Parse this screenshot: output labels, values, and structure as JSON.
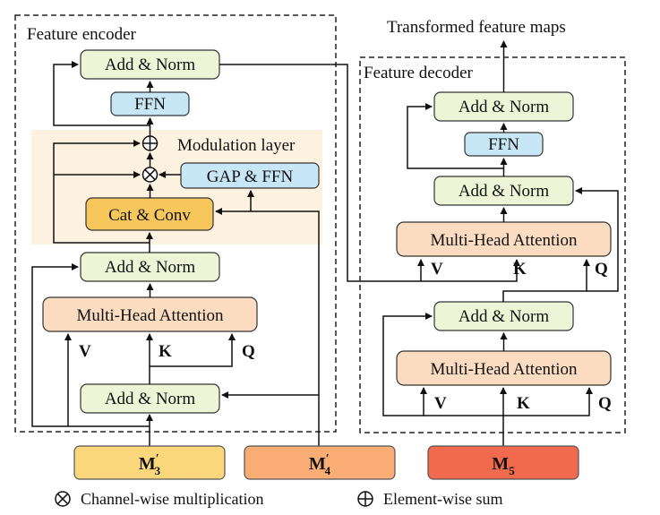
{
  "encoder": {
    "title": "Feature encoder",
    "add_norm_top": "Add & Norm",
    "ffn": "FFN",
    "modulation_label": "Modulation layer",
    "gap_ffn": "GAP & FFN",
    "cat_conv": "Cat & Conv",
    "add_norm_mid": "Add & Norm",
    "mha": "Multi-Head Attention",
    "add_norm_bottom": "Add & Norm",
    "v": "V",
    "k": "K",
    "q": "Q"
  },
  "decoder": {
    "title": "Feature decoder",
    "output_label": "Transformed feature maps",
    "add_norm_top": "Add & Norm",
    "ffn": "FFN",
    "add_norm_2": "Add & Norm",
    "mha_top": "Multi-Head Attention",
    "v_top": "V",
    "k_top": "K",
    "q_top": "Q",
    "add_norm_3": "Add & Norm",
    "mha_bottom": "Multi-Head Attention",
    "v_bottom": "V",
    "k_bottom": "K",
    "q_bottom": "Q"
  },
  "inputs": {
    "m3": "M",
    "m3_sub": "3",
    "m3_prime": "′",
    "m4": "M",
    "m4_sub": "4",
    "m4_prime": "′",
    "m5": "M",
    "m5_sub": "5"
  },
  "legend": {
    "multiply_label": "Channel-wise multiplication",
    "sum_label": "Element-wise sum"
  },
  "colors": {
    "add_norm": "#eef5d6",
    "ffn": "#c7e6f6",
    "mha": "#fbdcc0",
    "cat_conv": "#f8c75c",
    "modulation_bg": "#fdf2df",
    "m3": "#f9d77a",
    "m4": "#f9ac74",
    "m5": "#f26a4d"
  }
}
